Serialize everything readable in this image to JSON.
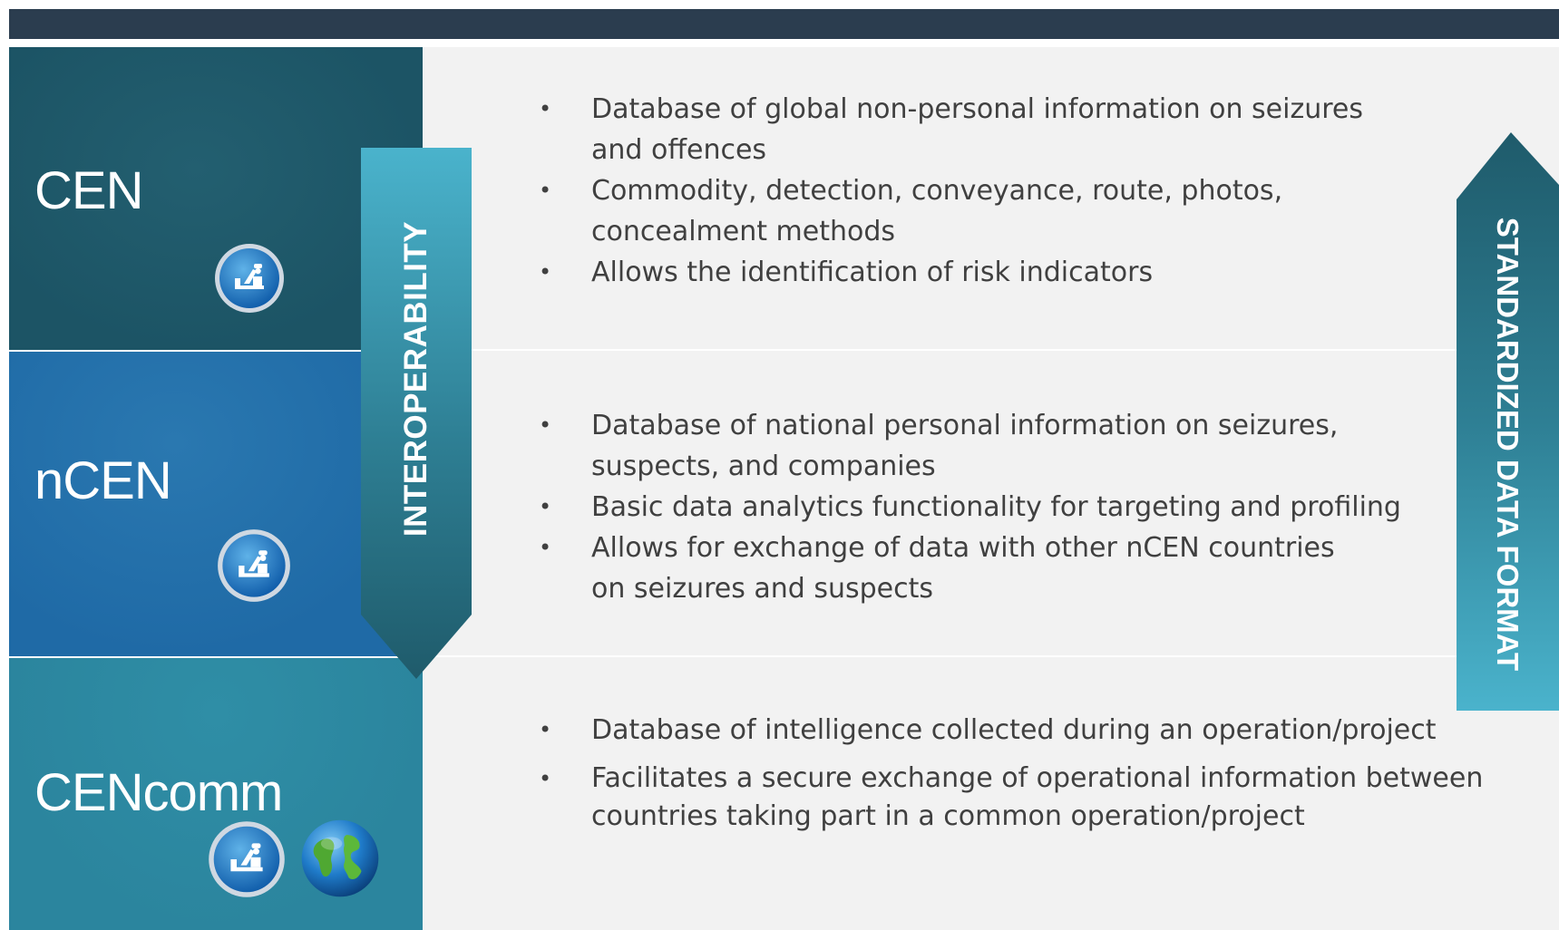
{
  "sections": [
    {
      "title": "CEN",
      "bullets": [
        "Database of global  non-personal information on seizures and offences",
        "Commodity, detection, conveyance, route, photos, concealment methods",
        "Allows the identification of risk indicators"
      ],
      "icons": [
        "customs-officer-icon"
      ]
    },
    {
      "title": "nCEN",
      "bullets": [
        "Database of national personal information on seizures, suspects, and companies",
        "Basic data analytics functionality for targeting and profiling",
        "Allows for exchange of data with other nCEN countries on seizures and suspects"
      ],
      "icons": [
        "customs-officer-icon"
      ]
    },
    {
      "title": "CENcomm",
      "bullets": [
        "Database of intelligence collected during an operation/project",
        "Facilitates a secure exchange of operational information between countries taking part in a common operation/project"
      ],
      "icons": [
        "customs-officer-icon",
        "globe-icon"
      ]
    }
  ],
  "interoperability_label": "INTEROPERABILITY",
  "standardized_label": "STANDARDIZED DATA FORMAT",
  "colors": {
    "top_bar": "#2b3d4f",
    "cen_bg": "#1c5465",
    "ncen_bg": "#1f6aa6",
    "cencomm_bg": "#2b859e",
    "content_bg": "#f2f2f2",
    "arrow_light": "#4ab3cc",
    "arrow_dark": "#1f5b6b",
    "text": "#404040"
  }
}
